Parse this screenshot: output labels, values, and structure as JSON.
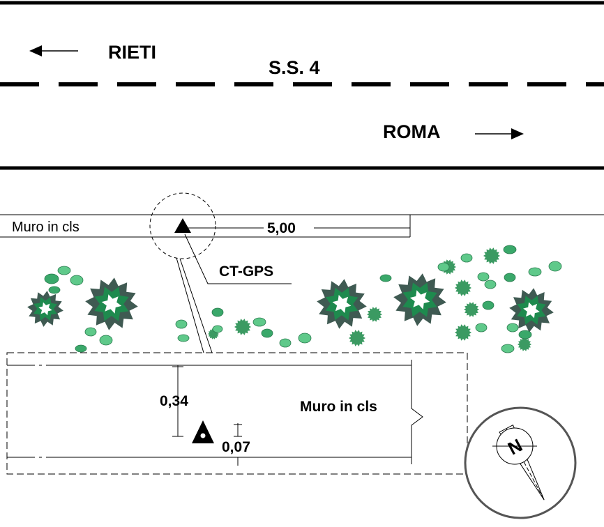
{
  "road": {
    "name": "S.S. 4",
    "direction_left": "RIETI",
    "direction_right": "ROMA"
  },
  "wall_top": {
    "label": "Muro in cls",
    "distance": "5,00"
  },
  "station": {
    "label": "CT-GPS"
  },
  "detail": {
    "wall_label": "Muro in cls",
    "offset_vertical": "0,34",
    "offset_small": "0,07"
  },
  "north_arrow": {
    "letter": "N"
  },
  "colors": {
    "line": "#000000",
    "tree_outer": "#3f5a52",
    "tree_inner": "#1e8a4e",
    "shrub_light": "#5fc98a",
    "shrub_dark": "#3aa86a",
    "bush": "#3b9a62",
    "compass_ring": "#555555"
  }
}
